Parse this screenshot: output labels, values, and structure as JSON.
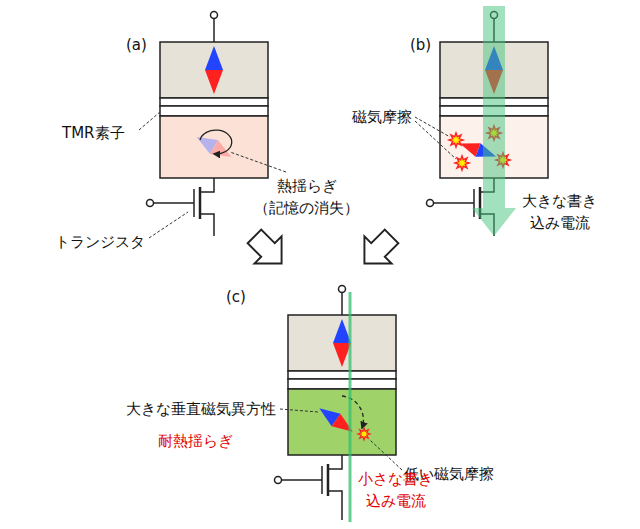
{
  "diagram": {
    "labels": [
      "(a)",
      "(b)",
      "TMR素子",
      "熱揺らぎ （記憶の消失）",
      "トランジスタ",
      "磁気摩擦",
      "大きな書き 込み電流",
      "(c)",
      "大きな垂直磁気異方性",
      "耐熱揺らぎ",
      "低い磁気摩擦",
      "小さな書き 込み電流"
    ]
  }
}
